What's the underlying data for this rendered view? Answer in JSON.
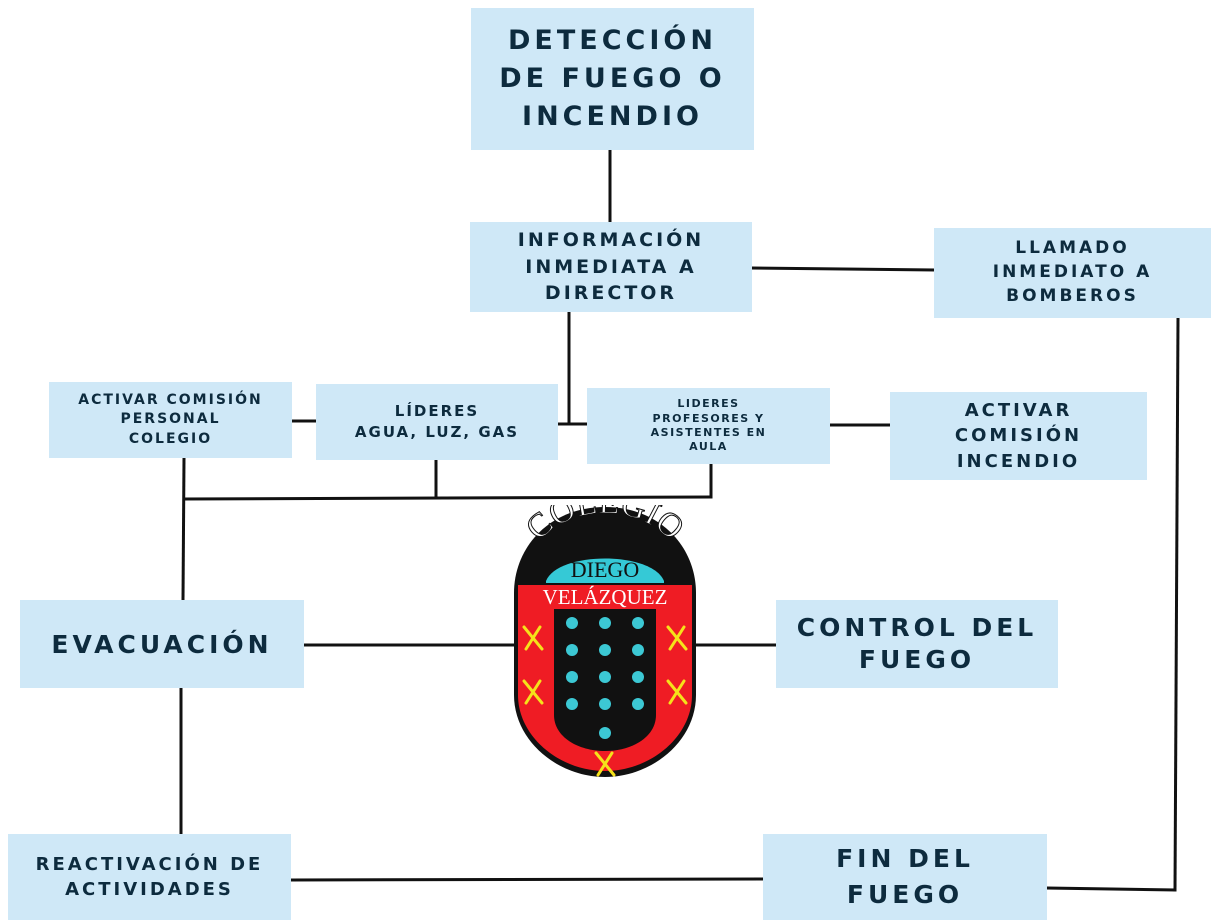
{
  "nodes": {
    "deteccion": "DETECCIÓN\nDE FUEGO O\nINCENDIO",
    "informacion": "INFORMACIÓN\nINMEDIATA A\nDIRECTOR",
    "llamado": "LLAMADO\nINMEDIATO A\nBOMBEROS",
    "activar_personal": "ACTIVAR COMISIÓN\nPERSONAL\nCOLEGIO",
    "lideres_agua": "LÍDERES\nAGUA, LUZ, GAS",
    "lideres_profesores": "LIDERES\nPROFESORES Y\nASISTENTES EN\nAULA",
    "activar_incendio": "ACTIVAR\nCOMISIÓN\nINCENDIO",
    "evacuacion": "EVACUACIÓN",
    "control": "CONTROL DEL\nFUEGO",
    "reactivacion": "REACTIVACIÓN DE\nACTIVIDADES",
    "fin": "FIN DEL\nFUEGO"
  },
  "logo": {
    "arc_text": "COLEGIO",
    "name_top": "DIEGO",
    "name_bottom": "VELÁZQUEZ",
    "colors": {
      "red": "#ef1c24",
      "cyan": "#35c9d6",
      "black": "#111111",
      "yellow": "#f5e21a",
      "dot": "#3cc8d4"
    }
  },
  "colors": {
    "box_fill": "#cfe8f7",
    "box_text": "#0d2b3e",
    "connector": "#111111"
  }
}
